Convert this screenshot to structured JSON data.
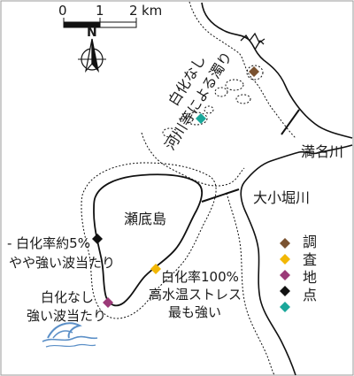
{
  "scale_bar": {
    "ticks": [
      "0",
      "1",
      "2"
    ],
    "unit": "km"
  },
  "north_arrow": {
    "letter": "N"
  },
  "labels": {
    "island": "瀬底島",
    "river_mitsuna": "満名川",
    "river_ookobori": "大小堀川",
    "north_note_line1": "白化なし",
    "north_note_line2": "河川等による濁り",
    "site_west_line1": "- 白化率約5%",
    "site_west_line2": "やや強い波当たり",
    "site_sw_line1": "白化なし",
    "site_sw_line2": "強い波当たり",
    "site_se_line1": "白化率100%",
    "site_se_line2": "高水温ストレス",
    "site_se_line3": "最も強い"
  },
  "legend": {
    "chars": [
      "調",
      "査",
      "地",
      "点"
    ],
    "markers": [
      {
        "name": "site-brown",
        "color": "#7a5230"
      },
      {
        "name": "site-yellow",
        "color": "#f2b705"
      },
      {
        "name": "site-purple",
        "color": "#9b3a78"
      },
      {
        "name": "site-black",
        "color": "#111111"
      },
      {
        "name": "site-teal",
        "color": "#1aa79a"
      }
    ]
  },
  "sites": [
    {
      "name": "north-site",
      "color": "#7a5230"
    },
    {
      "name": "southeast-site",
      "color": "#f2b705"
    },
    {
      "name": "southwest-site",
      "color": "#9b3a78"
    },
    {
      "name": "west-site",
      "color": "#111111"
    },
    {
      "name": "reef-site",
      "color": "#1aa79a"
    }
  ]
}
